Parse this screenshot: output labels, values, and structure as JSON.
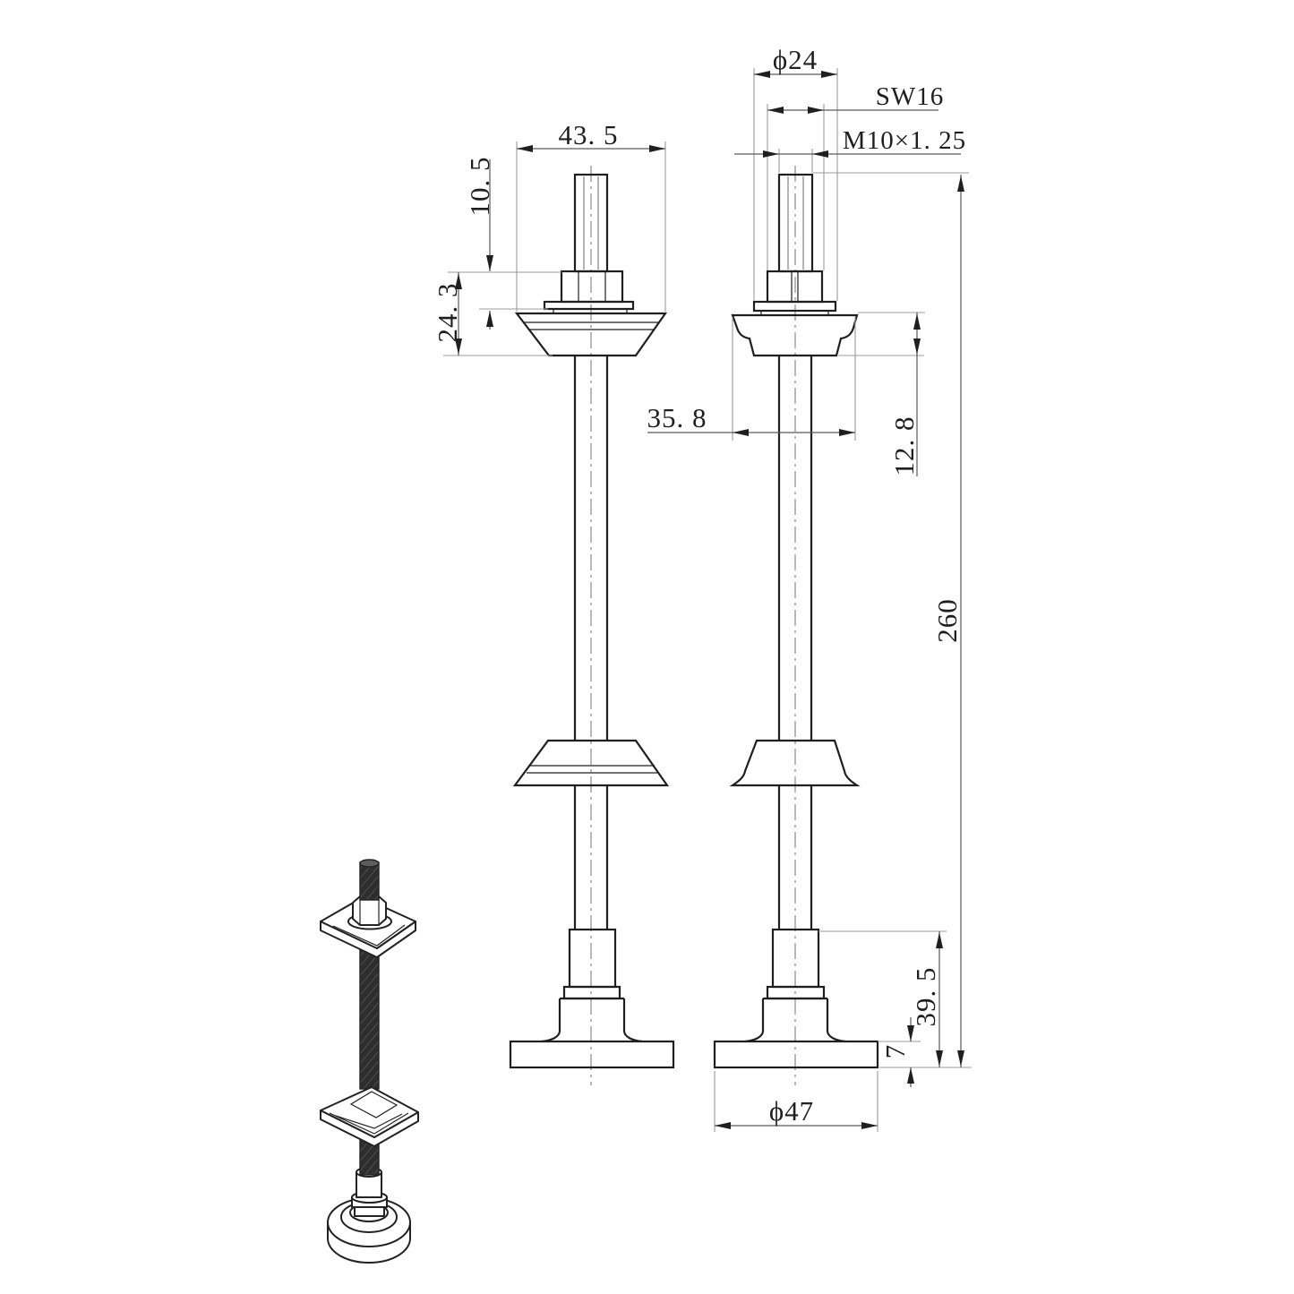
{
  "drawing": {
    "type": "technical-dimension-drawing",
    "views": {
      "front": "front-orthographic-view",
      "side": "side-orthographic-view",
      "iso": "isometric-view"
    },
    "colors": {
      "background": "#ffffff",
      "object_line": "#1f1f1f",
      "dimension_line": "#5a5a5a",
      "extension_line": "#9c9c9c",
      "text": "#1f1f1f",
      "rod_fill": "#2e2e2e"
    },
    "dims": {
      "flange_width_front": "43. 5",
      "nut_height": "10. 5",
      "nut_to_flange_bottom": "24. 3",
      "washer_diameter": "ϕ24",
      "wrench_size": "SW16",
      "thread_spec": "M10×1. 25",
      "flange_width_side": "35. 8",
      "flange_height": "12. 8",
      "overall_height": "260",
      "foot_height": "39. 5",
      "base_thickness": "7",
      "base_diameter": "ϕ47"
    }
  }
}
